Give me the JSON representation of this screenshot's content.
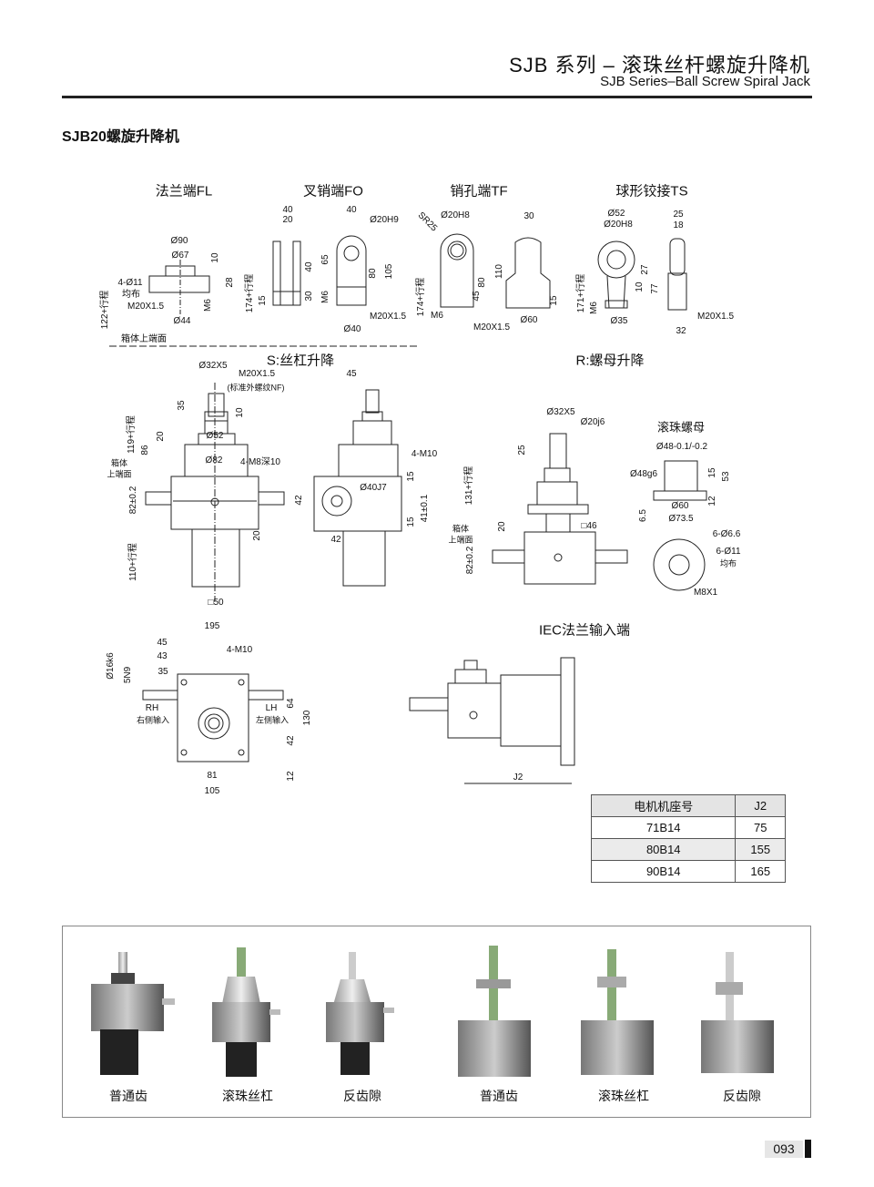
{
  "header": {
    "title_cn": "SJB 系列 – 滚珠丝杆螺旋升降机",
    "title_en": "SJB Series–Ball Screw Spiral Jack"
  },
  "section_title": "SJB20螺旋升降机",
  "views": {
    "fl": "法兰端FL",
    "fo": "叉销端FO",
    "tf": "销孔端TF",
    "ts": "球形铰接TS",
    "s": "S:丝杠升降",
    "r": "R:螺母升降",
    "nut": "滚珠螺母",
    "iec": "IEC法兰输入端"
  },
  "dims": {
    "fl": [
      "Ø90",
      "Ø67",
      "10",
      "4-Ø11",
      "均布",
      "122+行程",
      "M20X1.5",
      "28",
      "M6",
      "Ø44",
      "箱体上端面"
    ],
    "fo": [
      "40",
      "20",
      "40",
      "Ø20H9",
      "65",
      "40",
      "174+行程",
      "15",
      "30",
      "80",
      "105",
      "M6",
      "M20X1.5",
      "Ø40"
    ],
    "tf": [
      "SR25",
      "Ø20H8",
      "30",
      "110",
      "80",
      "45",
      "174+行程",
      "M6",
      "M20X1.5",
      "Ø60",
      "15"
    ],
    "ts": [
      "Ø52",
      "Ø20H8",
      "25",
      "18",
      "27",
      "10",
      "77",
      "171+行程",
      "M6",
      "Ø35",
      "M20X1.5",
      "32"
    ],
    "sl": [
      "Ø32X5",
      "M20X1.5",
      "(标准外螺纹NF)",
      "35",
      "10",
      "119+行程",
      "20",
      "Ø52",
      "86",
      "Ø82",
      "箱体",
      "上端面",
      "82±0.2",
      "20",
      "110+行程",
      "□50"
    ],
    "sr": [
      "45",
      "4-M8深10",
      "4-M10",
      "15",
      "Ø40J7",
      "42",
      "41±0.1",
      "15",
      "42"
    ],
    "r": [
      "Ø32X5",
      "Ø20j6",
      "25",
      "131+行程",
      "20",
      "□46",
      "箱体",
      "上端面",
      "82±0.2"
    ],
    "nut": [
      "Ø48-0.1/-0.2",
      "Ø48g6",
      "15",
      "53",
      "12",
      "Ø60",
      "6.5",
      "Ø73.5",
      "6-Ø6.6",
      "6-Ø11",
      "均布",
      "M8X1"
    ],
    "top": [
      "195",
      "45",
      "43",
      "4-M10",
      "Ø16k6",
      "35",
      "5N9",
      "RH",
      "右侧输入",
      "LH",
      "左侧输入",
      "64",
      "130",
      "42",
      "81",
      "12",
      "105"
    ],
    "iec": [
      "J2"
    ]
  },
  "table": {
    "headers": [
      "电机机座号",
      "J2"
    ],
    "rows": [
      [
        "71B14",
        "75"
      ],
      [
        "80B14",
        "155"
      ],
      [
        "90B14",
        "165"
      ]
    ]
  },
  "photos": [
    "普通齿",
    "滚珠丝杠",
    "反齿隙",
    "普通齿",
    "滚珠丝杠",
    "反齿隙"
  ],
  "page_number": "093"
}
